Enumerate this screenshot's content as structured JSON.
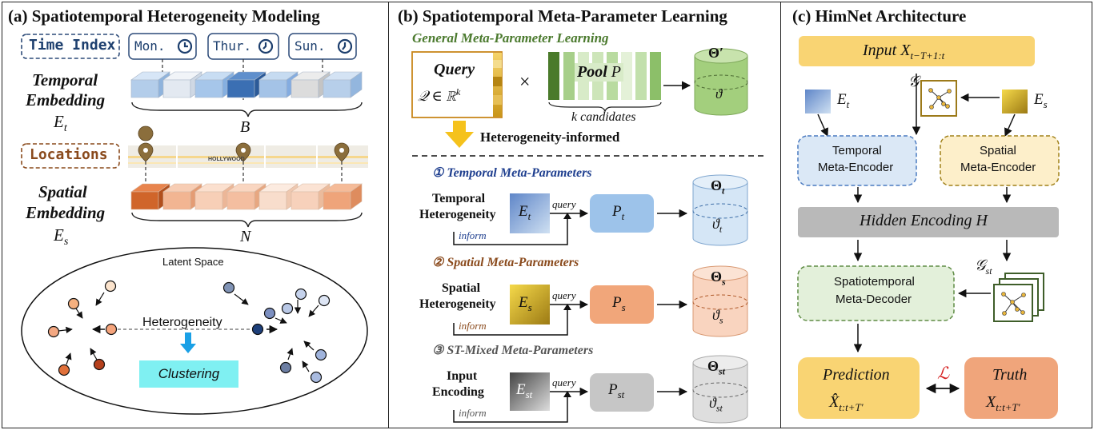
{
  "panel_a": {
    "title": "(a) Spatiotemporal Heterogeneity Modeling",
    "time_index": "Time Index",
    "days": [
      "Mon.",
      "Thur.",
      "Sun."
    ],
    "temporal_embedding_l1": "Temporal",
    "temporal_embedding_l2": "Embedding",
    "temporal_symbol": "E",
    "temporal_sub": "t",
    "brace_b": "B",
    "locations": "Locations",
    "map_street": "HOLLYWOOD",
    "spatial_embedding_l1": "Spatial",
    "spatial_embedding_l2": "Embedding",
    "spatial_symbol": "E",
    "spatial_sub": "s",
    "brace_n": "N",
    "latent_space": "Latent Space",
    "heterogeneity": "Heterogeneity",
    "clustering": "Clustering"
  },
  "panel_b": {
    "title": "(b) Spatiotemporal Meta-Parameter Learning",
    "general": "General Meta-Parameter Learning",
    "query": "Query",
    "query_formula": "𝒬 ∈ ℝ",
    "query_sup": "k",
    "times": "×",
    "pool": "Pool",
    "pool_symbol": "P",
    "k_candidates": "k candidates",
    "theta_prime": "Θ′",
    "vartheta": "ϑ",
    "heterogeneity_informed": "Heterogeneity-informed",
    "temporal_header": "① Temporal Meta-Parameters",
    "spatial_header": "② Spatial Meta-Parameters",
    "mixed_header": "③ ST-Mixed Meta-Parameters",
    "rows": [
      {
        "label1": "Temporal",
        "label2": "Heterogeneity",
        "e": "E",
        "esub": "t",
        "p": "P",
        "psub": "t",
        "theta": "Θ",
        "thsub": "t",
        "vt": "ϑ",
        "vtsub": "t",
        "query": "query",
        "inform": "inform"
      },
      {
        "label1": "Spatial",
        "label2": "Heterogeneity",
        "e": "E",
        "esub": "s",
        "p": "P",
        "psub": "s",
        "theta": "Θ",
        "thsub": "s",
        "vt": "ϑ",
        "vtsub": "s",
        "query": "query",
        "inform": "inform"
      },
      {
        "label1": "Input",
        "label2": "Encoding",
        "e": "E",
        "esub": "st",
        "p": "P",
        "psub": "st",
        "theta": "Θ",
        "thsub": "st",
        "vt": "ϑ",
        "vtsub": "st",
        "query": "query",
        "inform": "inform"
      }
    ]
  },
  "panel_c": {
    "title": "(c) HimNet Architecture",
    "input": "Input X",
    "input_sub": "t−T+1:t",
    "et": "E",
    "et_sub": "t",
    "es": "E",
    "es_sub": "s",
    "g": "𝒢",
    "gst": "𝒢",
    "gst_sub": "st",
    "temporal_encoder_l1": "Temporal",
    "temporal_encoder_l2": "Meta-Encoder",
    "spatial_encoder_l1": "Spatial",
    "spatial_encoder_l2": "Meta-Encoder",
    "hidden": "Hidden Encoding H",
    "decoder_l1": "Spatiotemporal",
    "decoder_l2": "Meta-Decoder",
    "prediction": "Prediction",
    "prediction_sym": "X̂",
    "prediction_sub": "t:t+T′",
    "loss": "ℒ",
    "truth": "Truth",
    "truth_sym": "X",
    "truth_sub": "t:t+T′"
  },
  "colors": {
    "temporal_blue": "#9dbfe6",
    "temporal_dark": "#3e78b8",
    "spatial_orange": "#f0a57b",
    "spatial_dark": "#d0652a",
    "input_yellow": "#f7d774",
    "hidden_gray": "#b9b9b9",
    "clustering_cyan": "#7ff0f2",
    "pool_green": "#5a8c3a",
    "loss_red": "#d62020",
    "header_blue": "#1f3f8f",
    "header_brown": "#8a4a1c",
    "header_gray": "#555555",
    "general_green": "#4b7a2e"
  },
  "icons": [
    "clock-icon",
    "map-pin-icon",
    "graph-icon",
    "arrow-down-icon"
  ]
}
